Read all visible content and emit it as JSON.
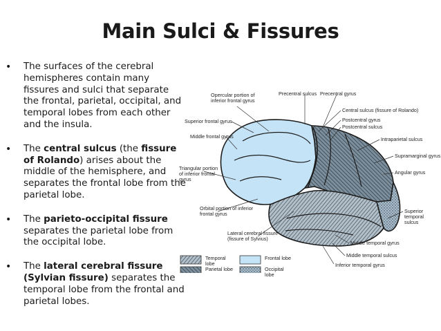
{
  "title": "Main Sulci & Fissures",
  "bullets": [
    {
      "pre": "The surfaces of the cerebral hemispheres contain many fissures and sulci that separate the frontal, parietal, occipital, and temporal lobes from each other and the insula.",
      "bold": "",
      "mid": "",
      "bold2": "",
      "post": ""
    },
    {
      "pre": "The ",
      "bold": "central sulcus",
      "mid": " (the ",
      "bold2": "fissure of Rolando",
      "post": ") arises about the middle of the hemisphere, and separates the frontal lobe from the parietal lobe."
    },
    {
      "pre": "The ",
      "bold": "parieto-occipital fissure",
      "mid": " separates the parietal lobe from the occipital lobe.",
      "bold2": "",
      "post": ""
    },
    {
      "pre": "The ",
      "bold": "lateral cerebral fissure (Sylvian fissure)",
      "mid": " separates the temporal lobe from the frontal and parietal lobes.",
      "bold2": "",
      "post": ""
    }
  ],
  "bullet_symbol": "•",
  "figure": {
    "labels": {
      "opercular": "Opercular portion of inferior frontal gyrus",
      "precentral_sulcus": "Precentral sulcus",
      "precentral_gyrus": "Precentral gyrus",
      "central_sulcus": "Central sulcus (fissure of Rolando)",
      "superior_frontal_gyrus": "Superior frontal gyrus",
      "postcentral_gyrus": "Postcentral gyrus",
      "postcentral_sulcus": "Postcentral sulcus",
      "middle_frontal_gyrus": "Middle frontal gyrus",
      "intraparietal_sulcus": "Intraparietal sulcus",
      "triangular": "Triangular portion of inferior frontal gyrus",
      "supramarginal_gyrus": "Supramarginal gyrus",
      "angular_gyrus": "Angular gyrus",
      "orbital": "Orbital portion of inferior frontal gyrus",
      "superior_temporal_sulcus": "Superior temporal sulcus",
      "lateral_fissure": "Lateral cerebral fissure (fissure of Sylvius)",
      "middle_temporal_gyrus": "Middle temporal gyrus",
      "middle_temporal_sulcus": "Middle temporal sulcus",
      "inferior_temporal_gyrus": "Inferior temporal gyrus"
    },
    "legend": [
      {
        "label": "Temporal lobe",
        "pattern": "temporal"
      },
      {
        "label": "Frontal lobe",
        "pattern": "frontal"
      },
      {
        "label": "Parietal lobe",
        "pattern": "parietal"
      },
      {
        "label": "Occipital lobe",
        "pattern": "occipital"
      }
    ],
    "colors": {
      "frontal": "#c5e3f6",
      "parietal": "#6f8290",
      "temporal": "#a9b7c2",
      "occipital": "#9fb2c2",
      "outline": "#1c1c1c"
    }
  }
}
